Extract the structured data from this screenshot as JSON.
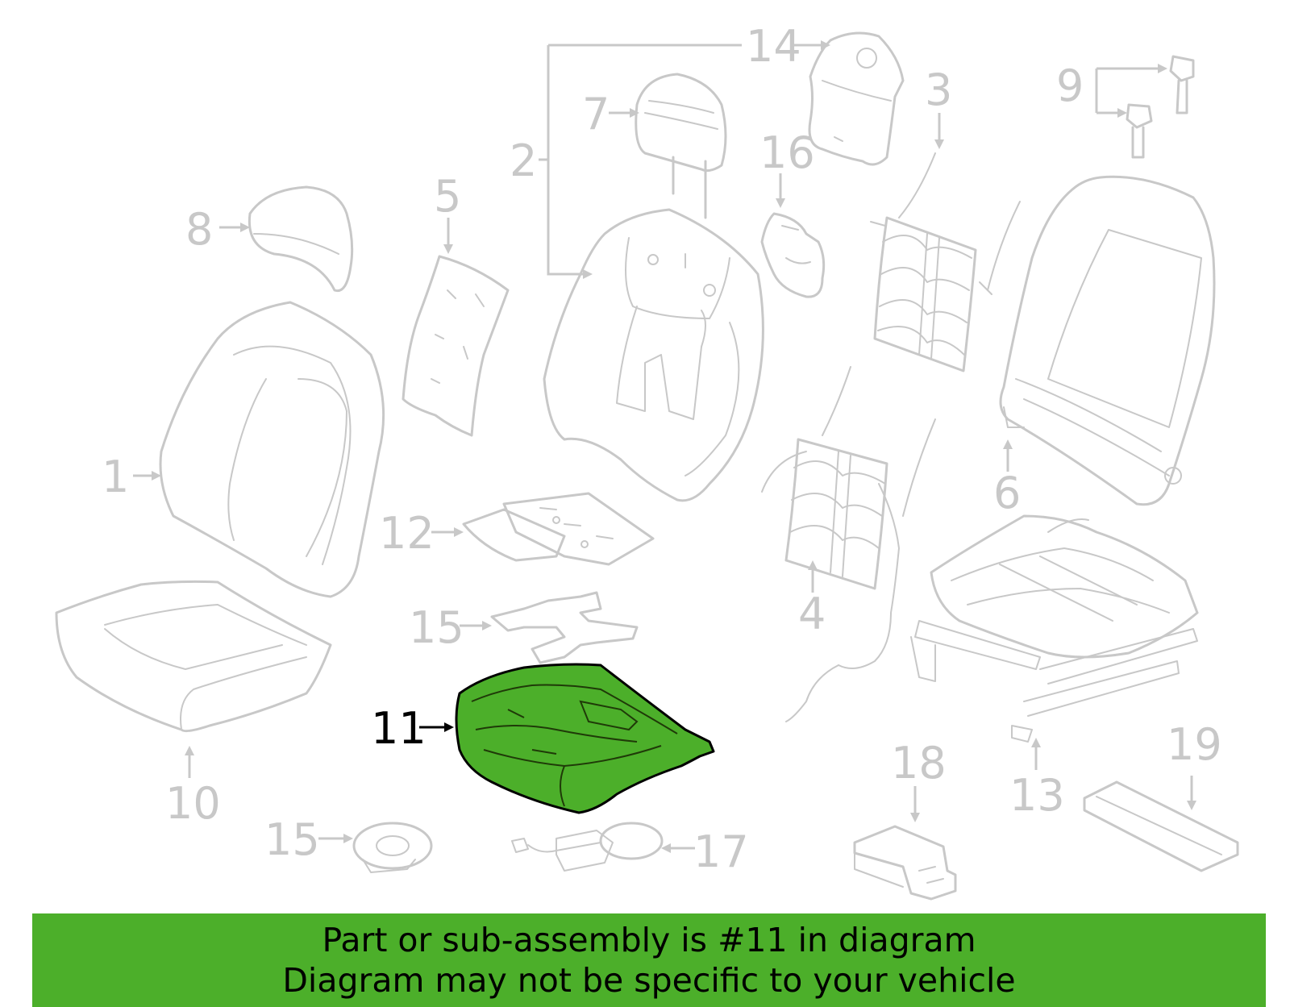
{
  "callouts": {
    "c1": "1",
    "c2": "2",
    "c3": "3",
    "c4": "4",
    "c5": "5",
    "c6": "6",
    "c7": "7",
    "c8": "8",
    "c9": "9",
    "c10": "10",
    "c11": "11",
    "c12": "12",
    "c13": "13",
    "c14": "14",
    "c15a": "15",
    "c15b": "15",
    "c16": "16",
    "c17": "17",
    "c18": "18",
    "c19": "19"
  },
  "highlight": {
    "part_number": "11",
    "color": "#4caf2a",
    "outline_color": "#000000"
  },
  "part_color": "#c8c8c8",
  "banner": {
    "line1": "Part or sub-assembly is #11 in diagram",
    "line2": "Diagram may not be specific to your vehicle",
    "background": "#4caf2a"
  }
}
